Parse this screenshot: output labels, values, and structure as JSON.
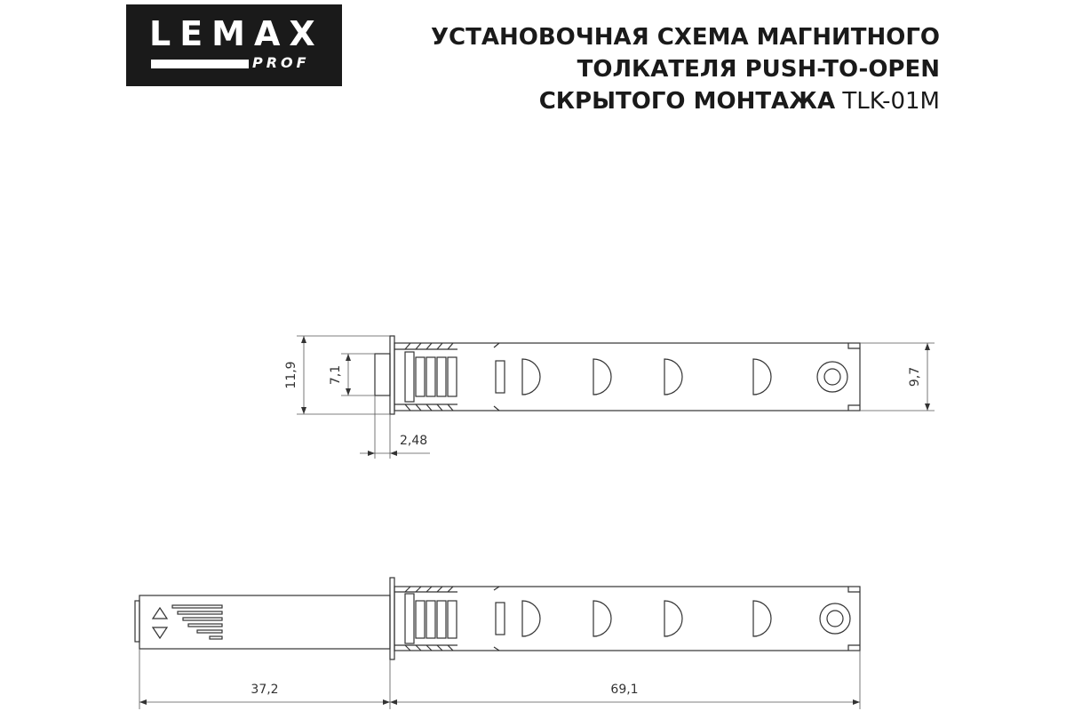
{
  "logo": {
    "main": "LEMAX",
    "sub": "PROF"
  },
  "title": {
    "line1": "УСТАНОВОЧНАЯ СХЕМА МАГНИТНОГО",
    "line2": "ТОЛКАТЕЛЯ PUSH-TO-OPEN",
    "line3_bold": "СКРЫТОГО МОНТАЖА",
    "line3_model": "TLK-01M"
  },
  "dimensions": {
    "height_flange": "11,9",
    "height_button": "7,1",
    "height_body": "9,7",
    "flange_offset": "2,48",
    "stroke_length": "37,2",
    "body_length": "69,1"
  }
}
